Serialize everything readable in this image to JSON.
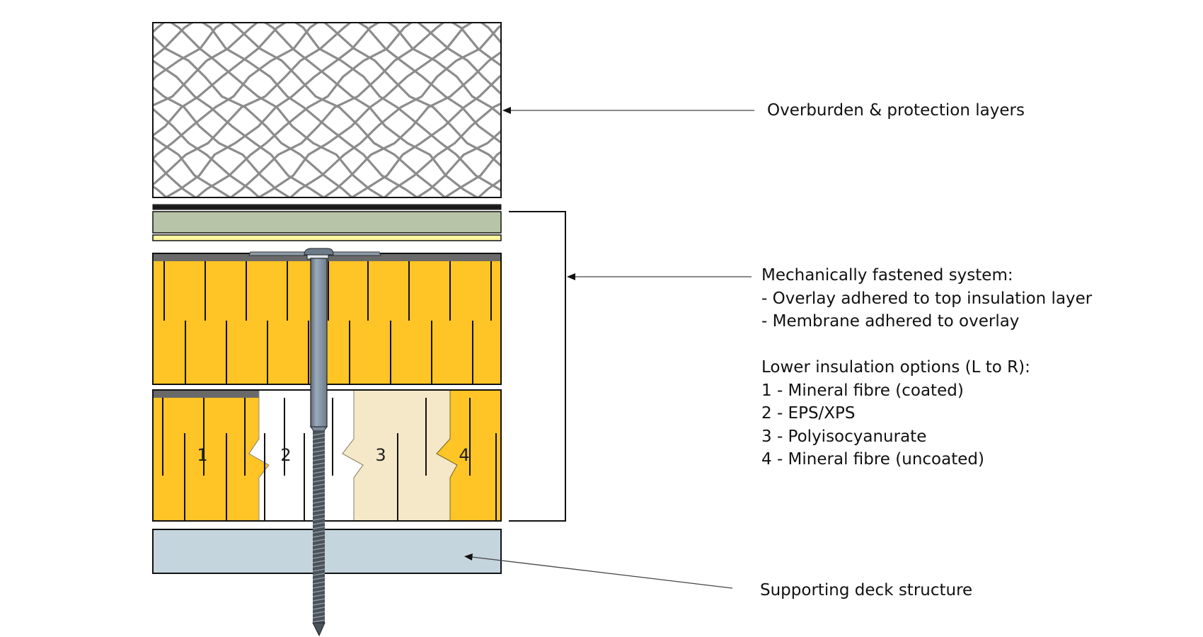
{
  "diagram": {
    "title": "Mechanically fastened roof build-up section",
    "colors": {
      "overburden_fill": "#ffffff",
      "overburden_hatch": "#8c8c8c",
      "membrane": "#1a1a1a",
      "overlay": "#b8c4a8",
      "adhesive_strip": "#fff7a0",
      "mineral_fibre": "#ffc425",
      "coating": "#696969",
      "eps_xps": "#ffffff",
      "polyiso": "#f5e8c8",
      "deck": "#c5d5de",
      "fastener": "#8a9aab",
      "fastener_thread": "#4a525a",
      "outline": "#111111"
    },
    "lower_insulation_numbers": [
      "1",
      "2",
      "3",
      "4"
    ]
  },
  "callouts": {
    "overburden": {
      "text": "Overburden & protection layers"
    },
    "system": {
      "lines": [
        "Mechanically fastened system:",
        "- Overlay adhered to top insulation layer",
        "- Membrane adhered to overlay",
        "",
        "Lower insulation options (L to R):",
        "1 - Mineral fibre (coated)",
        "2 - EPS/XPS",
        "3 - Polyisocyanurate",
        "4 - Mineral fibre (uncoated)"
      ]
    },
    "deck": {
      "text": "Supporting deck structure"
    }
  }
}
